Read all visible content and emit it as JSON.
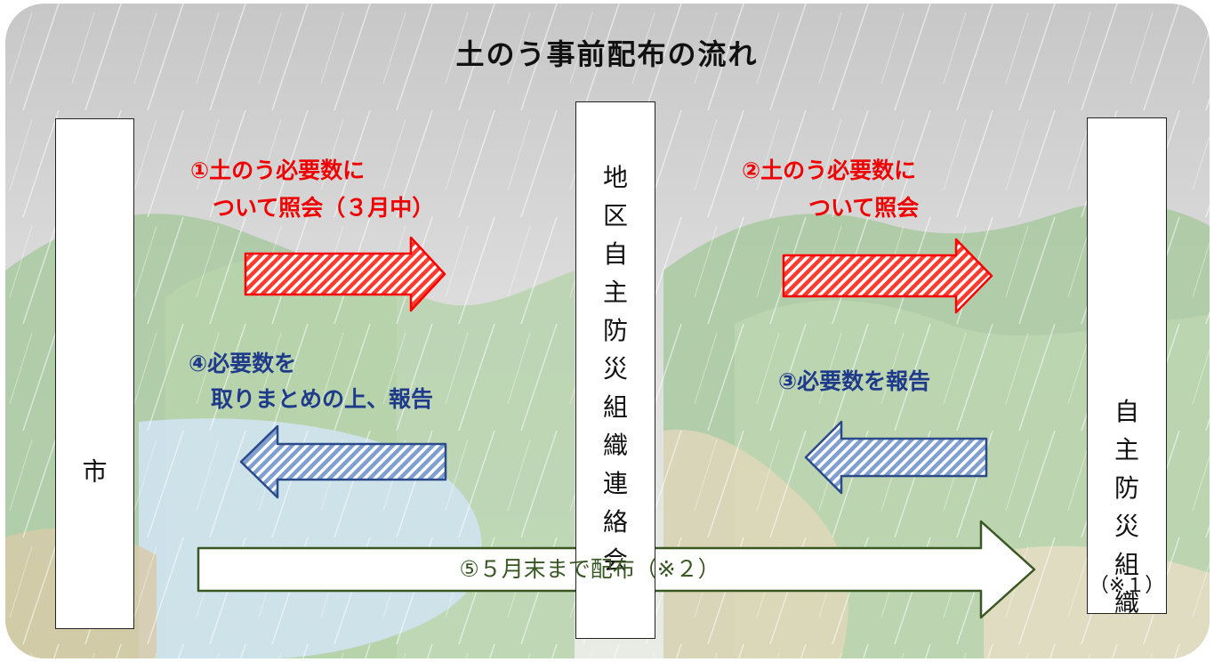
{
  "title": "土のう事前配布の流れ",
  "colors": {
    "red_arrow": "#ff3b2f",
    "blue_arrow": "#7f9fd0",
    "red_text": "#f00000",
    "blue_text": "#1f3a8a",
    "green_text": "#385723"
  },
  "nodes": {
    "city": {
      "label": "市"
    },
    "council": {
      "label": "地区自主防災組織連絡会"
    },
    "org": {
      "label": "自主防災組織",
      "note": "（※１）"
    }
  },
  "steps": {
    "step1": {
      "line1": "①土のう必要数に",
      "line2": "　ついて照会（３月中）"
    },
    "step2": {
      "line1": "②土のう必要数に",
      "line2": "　　　ついて照会"
    },
    "step3": {
      "text": "③必要数を報告"
    },
    "step4": {
      "line1": "④必要数を",
      "line2": "　取りまとめの上、報告"
    },
    "step5": {
      "text": "⑤５月末まで配布（※２）"
    }
  }
}
